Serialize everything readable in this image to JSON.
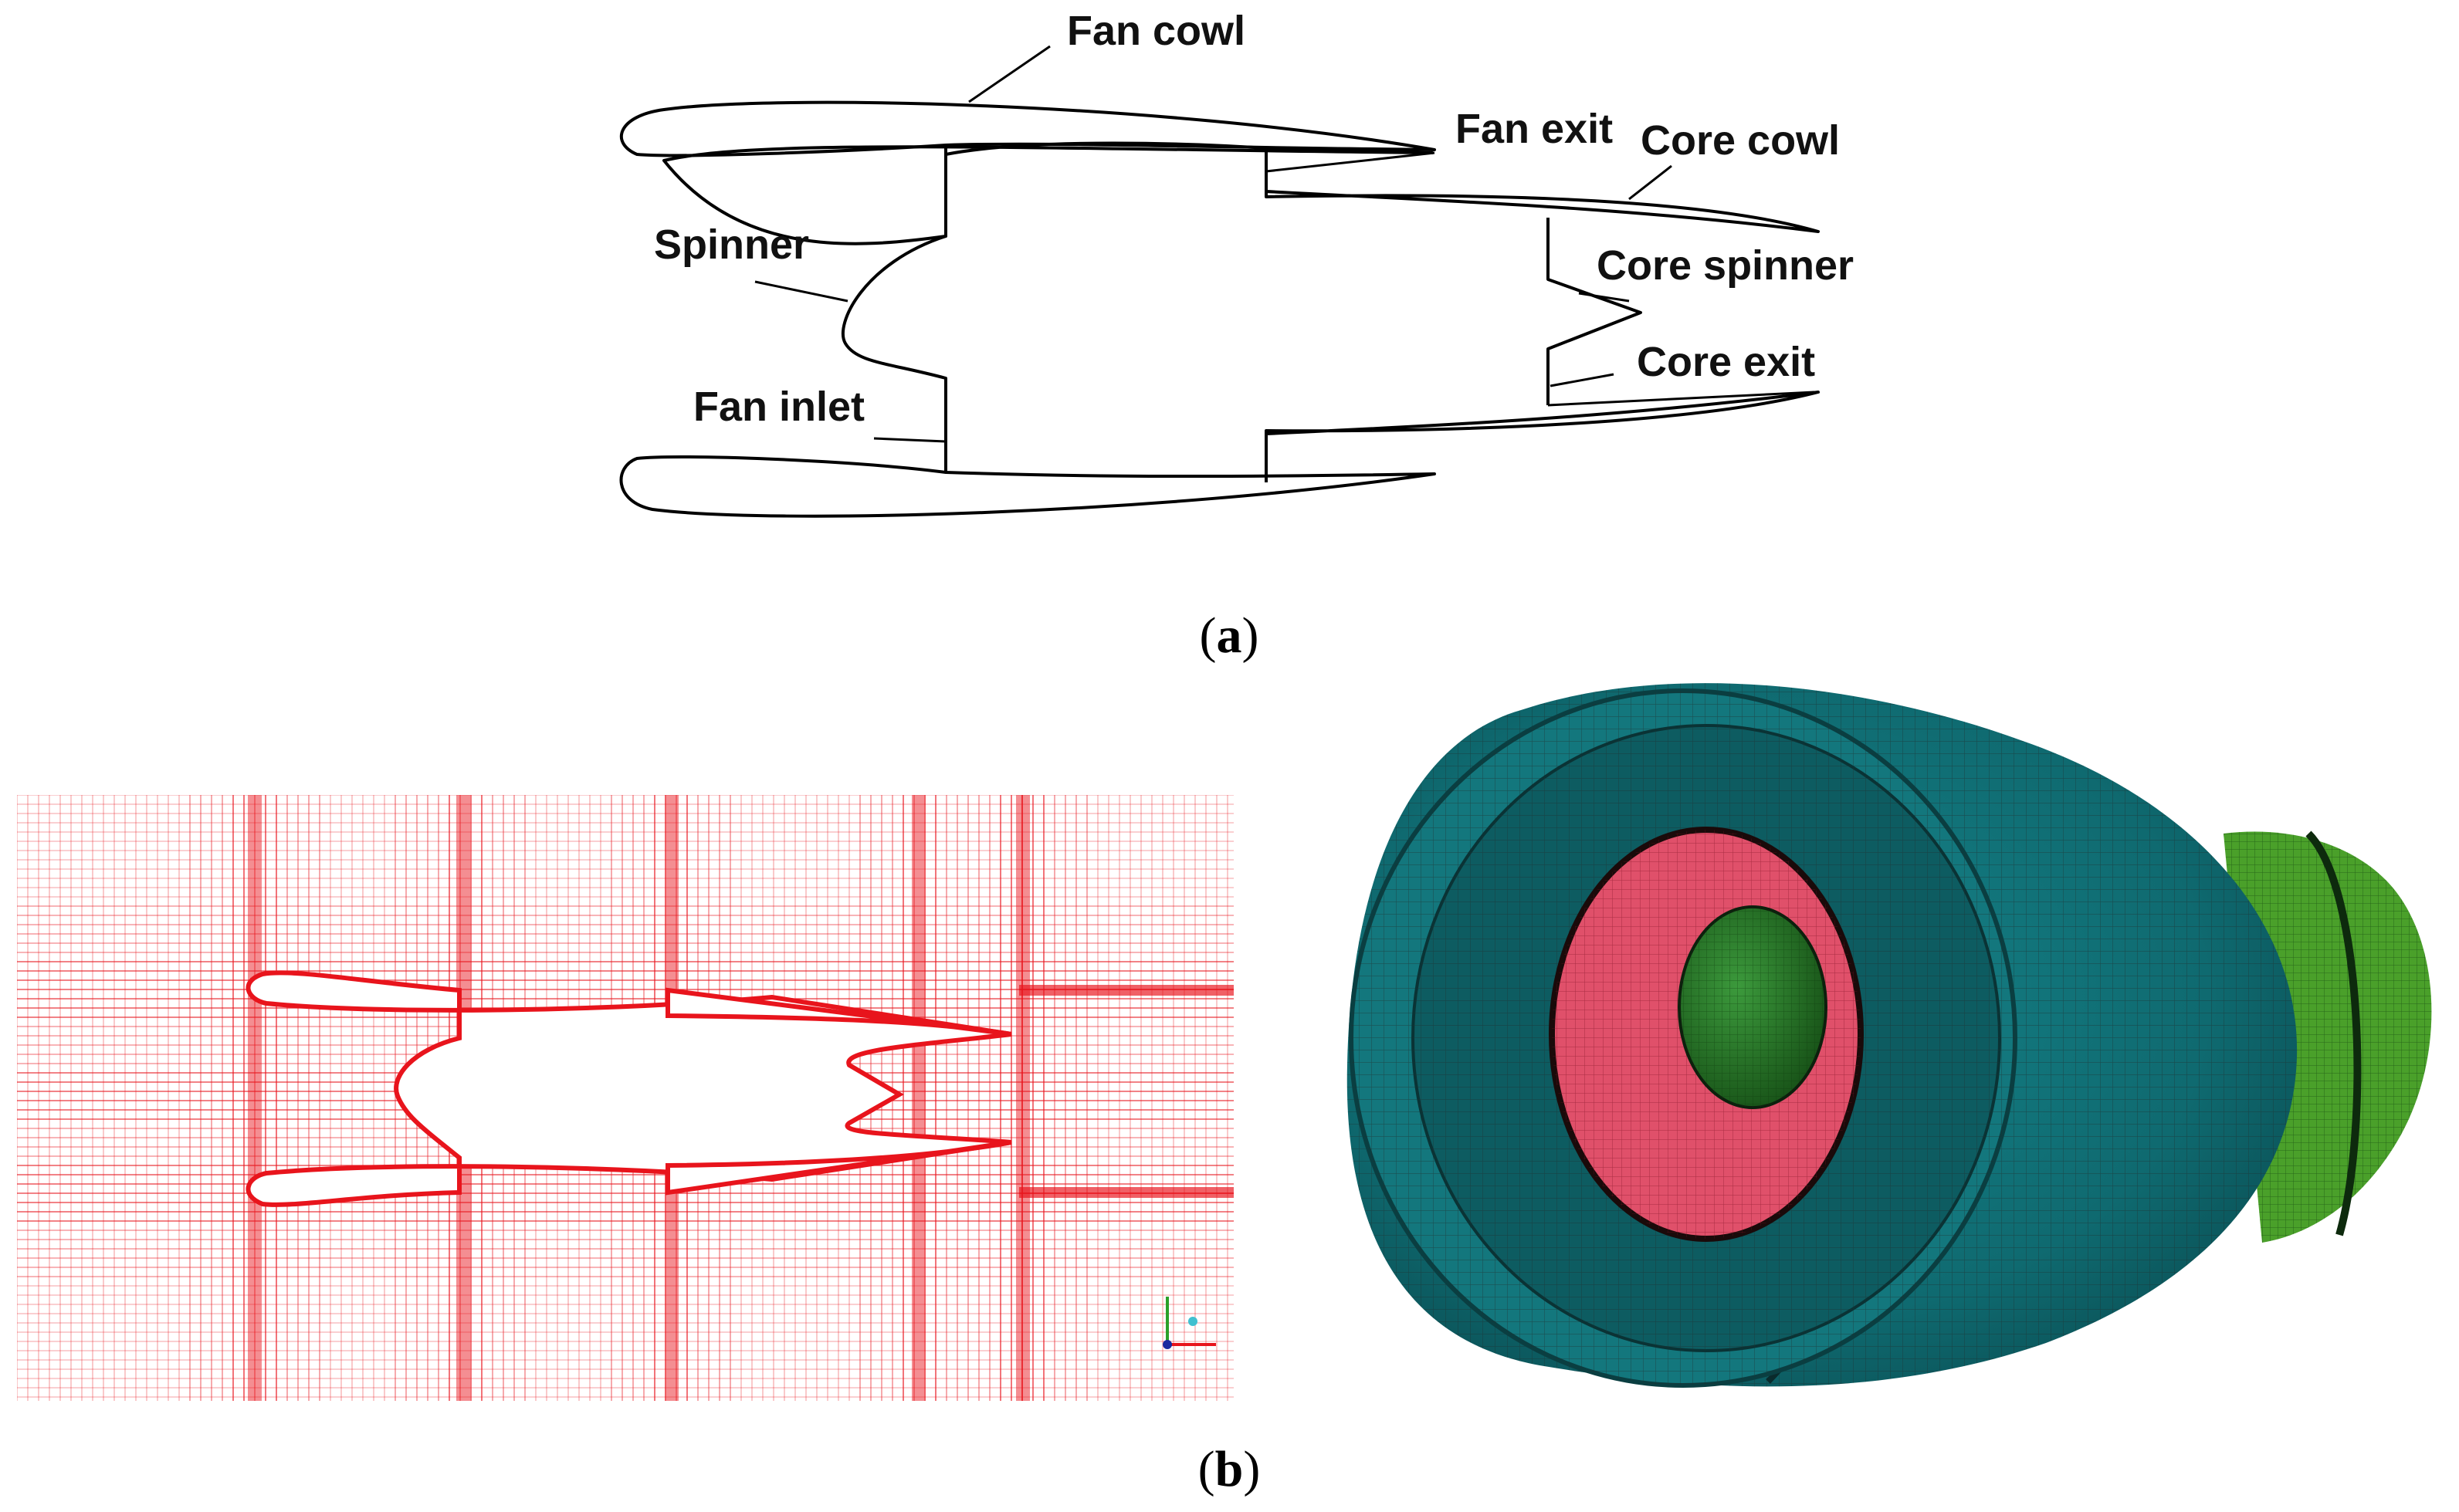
{
  "figure_a": {
    "labels": {
      "fan_cowl": "Fan cowl",
      "fan_exit": "Fan exit",
      "core_cowl": "Core cowl",
      "spinner": "Spinner",
      "core_spinner": "Core spinner",
      "core_exit": "Core exit",
      "fan_inlet": "Fan inlet"
    },
    "caption_open": "(",
    "caption_letter": "a",
    "caption_close": ")"
  },
  "figure_b": {
    "caption_open": "(",
    "caption_letter": "b",
    "caption_close": ")",
    "mesh_color": "#e8141c",
    "nacelle_color": "#0f6a70",
    "fan_face_color": "#e0506a",
    "spinner_color": "#2a7a2a",
    "core_nozzle_color": "#4aa02a"
  }
}
